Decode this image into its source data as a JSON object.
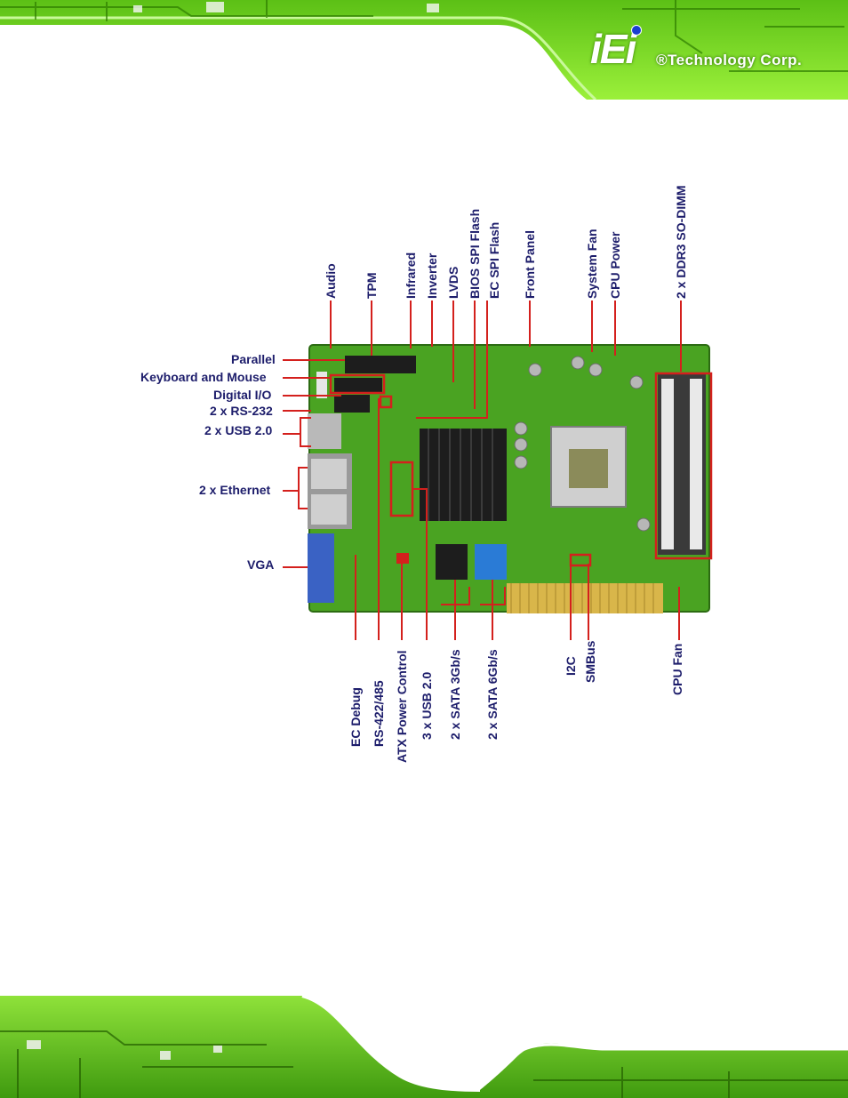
{
  "header": {
    "logo_letters": "iEi",
    "logo_text": "®Technology Corp."
  },
  "figure": {
    "labels_left": [
      "Parallel",
      "Keyboard and Mouse",
      "Digital I/O",
      "2 x RS-232",
      "2 x USB 2.0",
      "2 x Ethernet",
      "VGA"
    ],
    "labels_top": [
      "Audio",
      "TPM",
      "Infrared",
      "Inverter",
      "LVDS",
      "BIOS SPI Flash",
      "EC SPI Flash",
      "Front Panel",
      "System Fan",
      "CPU Power",
      "2 x DDR3 SO-DIMM"
    ],
    "labels_bottom": [
      "EC Debug",
      "RS-422/485",
      "ATX Power Control",
      "3 x USB 2.0",
      "2 x SATA 3Gb/s",
      "2 x SATA 6Gb/s",
      "I2C",
      "SMBus",
      "CPU Fan"
    ]
  },
  "colors": {
    "pcb_green": "#4aa322",
    "band_green": "#6fd81c",
    "label_blue": "#1d1d6b",
    "callout_red": "#d4201d"
  }
}
